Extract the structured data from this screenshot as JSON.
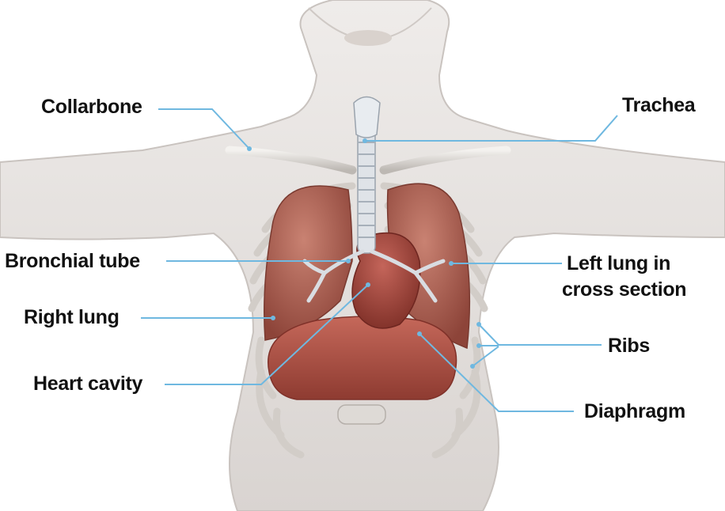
{
  "labels": {
    "collarbone": "Collarbone",
    "trachea": "Trachea",
    "bronchial_tube": "Bronchial tube",
    "left_lung_line1": "Left lung in",
    "left_lung_line2": "cross section",
    "right_lung": "Right lung",
    "ribs": "Ribs",
    "heart_cavity": "Heart cavity",
    "diaphragm": "Diaphragm"
  },
  "colors": {
    "leader_line": "#6fb8e0",
    "skin": "#e6e2df",
    "lung": "#a65a4e",
    "diaphragm": "#b7584a",
    "bone": "#e9e6e2",
    "text": "#111111"
  }
}
